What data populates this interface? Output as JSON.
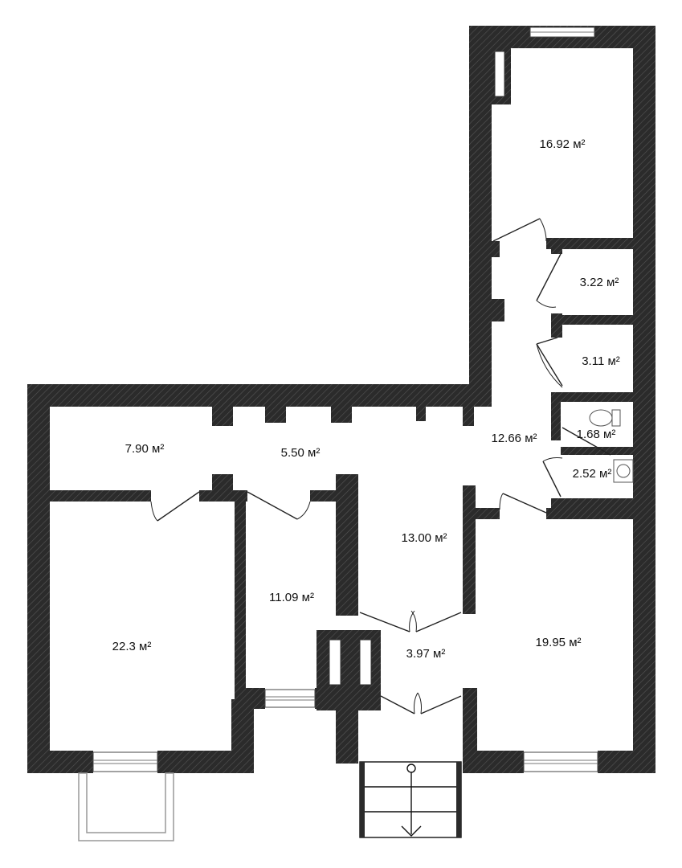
{
  "colors": {
    "wall": "#2b2b2b",
    "hatch": "#555555",
    "background": "#ffffff",
    "text": "#111111"
  },
  "rooms": [
    {
      "id": "room-north-east",
      "area": "16.92 м²"
    },
    {
      "id": "closet-1",
      "area": "3.22 м²"
    },
    {
      "id": "closet-2",
      "area": "3.11 м²"
    },
    {
      "id": "wc",
      "area": "1.68 м²"
    },
    {
      "id": "bathroom",
      "area": "2.52 м²"
    },
    {
      "id": "hall-east",
      "area": "12.66 м²"
    },
    {
      "id": "room-north-west",
      "area": "7.90 м²"
    },
    {
      "id": "corridor-north",
      "area": "5.50 м²"
    },
    {
      "id": "hall-central",
      "area": "13.00 м²"
    },
    {
      "id": "room-west",
      "area": "22.3 м²"
    },
    {
      "id": "room-middle",
      "area": "11.09 м²"
    },
    {
      "id": "vestibule",
      "area": "3.97 м²"
    },
    {
      "id": "room-south-east",
      "area": "19.95 м²"
    }
  ]
}
